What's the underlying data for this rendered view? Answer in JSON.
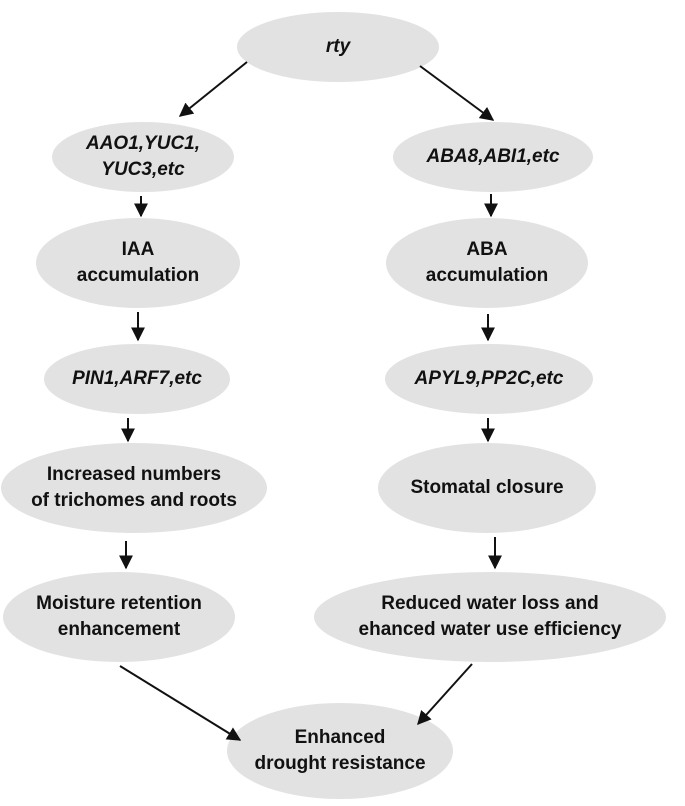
{
  "colors": {
    "node_fill": "#e2e2e2",
    "arrow": "#111111",
    "text": "#111111"
  },
  "nodes": {
    "rty": {
      "text": "rty",
      "italic": true
    },
    "left_genes": {
      "text": "AAO1,YUC1,\nYUC3,etc",
      "italic": true
    },
    "right_genes": {
      "text": "ABA8,ABI1,etc",
      "italic": true
    },
    "iaa": {
      "text": "IAA\naccumulation",
      "italic": false
    },
    "aba": {
      "text": "ABA\naccumulation",
      "italic": false
    },
    "pin": {
      "text": "PIN1,ARF7,etc",
      "italic": true
    },
    "apyl": {
      "text": "APYL9,PP2C,etc",
      "italic": true
    },
    "trichomes": {
      "text": "Increased numbers\nof trichomes and roots",
      "italic": false
    },
    "stomatal": {
      "text": "Stomatal closure",
      "italic": false
    },
    "moisture": {
      "text": "Moisture retention\nenhancement",
      "italic": false
    },
    "water": {
      "text": "Reduced water loss and\nehanced water use efficiency",
      "italic": false
    },
    "drought": {
      "text": "Enhanced\ndrought resistance",
      "italic": false
    }
  },
  "edges": [
    [
      "rty",
      "left_genes"
    ],
    [
      "rty",
      "right_genes"
    ],
    [
      "left_genes",
      "iaa"
    ],
    [
      "iaa",
      "pin"
    ],
    [
      "pin",
      "trichomes"
    ],
    [
      "trichomes",
      "moisture"
    ],
    [
      "moisture",
      "drought"
    ],
    [
      "right_genes",
      "aba"
    ],
    [
      "aba",
      "apyl"
    ],
    [
      "apyl",
      "stomatal"
    ],
    [
      "stomatal",
      "water"
    ],
    [
      "water",
      "drought"
    ]
  ]
}
